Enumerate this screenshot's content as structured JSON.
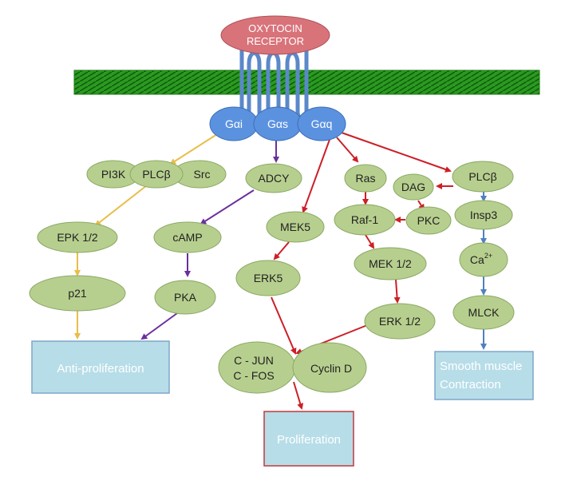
{
  "receptor": {
    "line1": "OXYTOCIN",
    "line2": "RECEPTOR"
  },
  "g_proteins": {
    "gi": {
      "g": "G",
      "alpha": "α",
      "sub": "i"
    },
    "gs": {
      "g": "G",
      "alpha": "α",
      "sub": "s"
    },
    "gq": {
      "g": "G",
      "alpha": "α",
      "sub": "q"
    }
  },
  "nodes": {
    "pi3k": "PI3K",
    "plcb_left": "PLCβ",
    "src": "Src",
    "adcy": "ADCY",
    "ras": "Ras",
    "dag": "DAG",
    "plcb_right": "PLCβ",
    "epk12": "EPK 1/2",
    "camp": "cAMP",
    "mek5": "MEK5",
    "raf1": "Raf-1",
    "pkc": "PKC",
    "insp3": "Insp3",
    "mek12": "MEK 1/2",
    "ca_base": "Ca",
    "ca_sup": "2+",
    "p21": "p21",
    "pka": "PKA",
    "erk5": "ERK5",
    "erk12": "ERK 1/2",
    "mlck": "MLCK",
    "cjun": "C - JUN",
    "cfos": "C - FOS",
    "cyclind": "Cyclin D"
  },
  "outcomes": {
    "anti_proliferation": "Anti-proliferation",
    "proliferation": "Proliferation",
    "smooth_muscle_line1": "Smooth muscle",
    "smooth_muscle_line2": "Contraction"
  },
  "colors": {
    "node_fill": "#b7cf8e",
    "node_stroke": "#8aa964",
    "g_protein_fill": "#5b92e0",
    "receptor_fill": "#d9737a",
    "membrane": "#1f8a17",
    "outcome_fill": "#b7dde8",
    "outcome_stroke_blue": "#7fa7c9",
    "outcome_stroke_red": "#c0393f",
    "arrow_red": "#cc1f27",
    "arrow_purple": "#6a2f9e",
    "arrow_yellow": "#e9bd4a",
    "arrow_blue": "#4f81bd"
  }
}
